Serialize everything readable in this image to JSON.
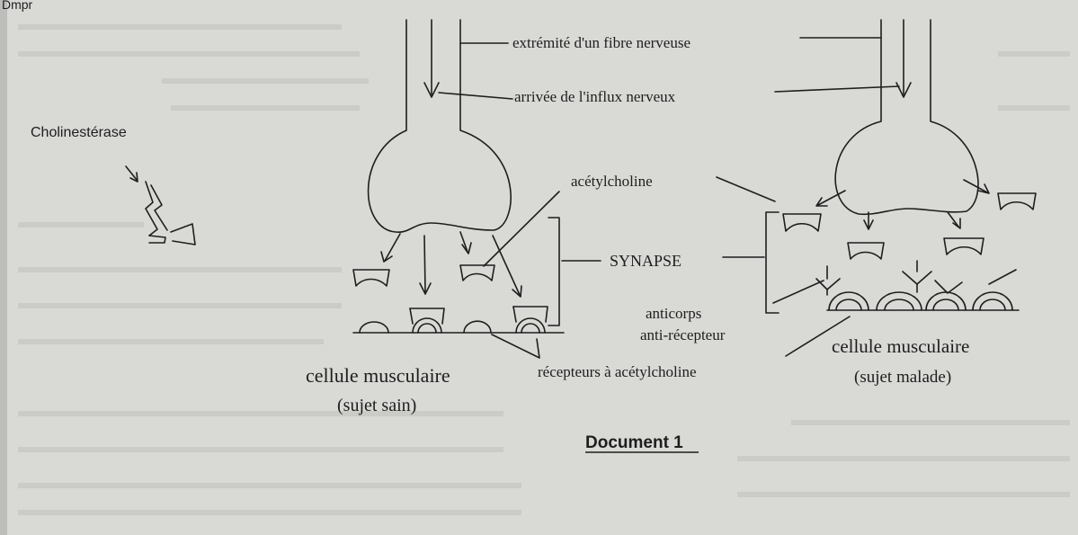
{
  "labels": {
    "corner_fragment": "Dmpr",
    "cholinesterase": "Cholinestérase",
    "fibre_end": "extrémité d'un fibre nerveuse",
    "influx": "arrivée de l'influx nerveux",
    "acetylcholine": "acétylcholine",
    "synapse": "SYNAPSE",
    "antibody_line1": "anticorps",
    "antibody_line2": "anti-récepteur",
    "receptors": "récepteurs à acétylcholine",
    "muscle_healthy_line1": "cellule musculaire",
    "muscle_healthy_line2": "(sujet sain)",
    "muscle_sick_line1": "cellule musculaire",
    "muscle_sick_line2": "(sujet malade)",
    "document_title": "Document 1"
  },
  "colors": {
    "paper": "#d9d9d6",
    "ink": "#1e1e1e"
  }
}
